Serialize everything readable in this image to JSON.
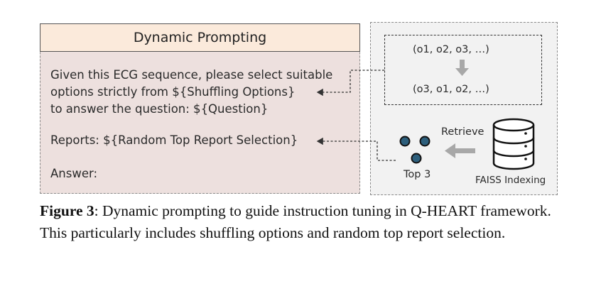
{
  "prompt": {
    "title": "Dynamic Prompting",
    "line1": "Given this ECG sequence, please select suitable",
    "line2": "options strictly from ${Shuffling Options}",
    "line3": "to answer the question: ${Question}",
    "reports": "Reports: ${Random Top Report Selection}",
    "answer": "Answer:"
  },
  "retrieval": {
    "options_before": "(o1, o2, o3, …)",
    "options_after": "(o3, o1, o2, …)",
    "retrieve_label": "Retrieve",
    "top_label": "Top 3",
    "index_label": "FAISS Indexing"
  },
  "caption": {
    "label": "Figure 3",
    "text": ": Dynamic prompting to guide instruction tuning in Q-HEART framework. This particularly includes shuffling options and random top report selection."
  },
  "colors": {
    "prompt_bg": "#ede0de",
    "title_bg": "#fbeadb",
    "panel_bg": "#f2f2f2",
    "dot_fill": "#2d5f7c",
    "arrow_gray": "#a8a8a8"
  }
}
